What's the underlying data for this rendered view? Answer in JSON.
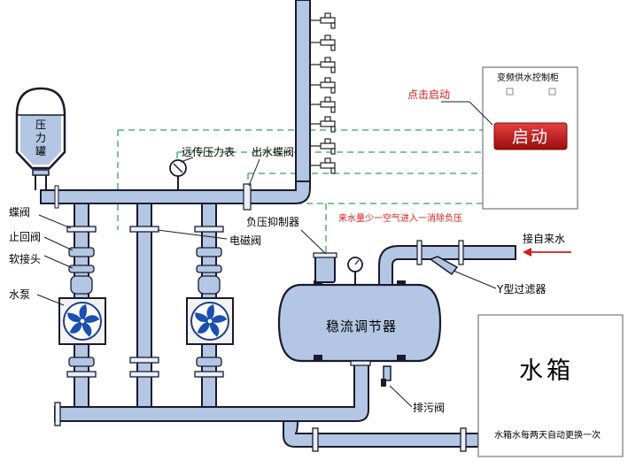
{
  "labels": {
    "tank_line1": "压",
    "tank_line2": "力",
    "tank_line3": "罐",
    "butterfly_valve": "蝶阀",
    "check_valve": "止回阀",
    "soft_joint": "软接头",
    "water_pump": "水泵",
    "remote_gauge": "远传压力表",
    "outlet_butterfly": "出水蝶阀",
    "neg_pressure_suppressor": "负压抑制器",
    "solenoid_valve": "电磁阀",
    "stabilizer": "稳流调节器",
    "drain_valve": "排污阀",
    "y_filter": "Y型过滤器",
    "tap_water_inlet": "接自来水",
    "inflow_note": "来水量少一空气进入一消除负压",
    "cabinet_title": "变频供水控制柜",
    "click_start": "点击启动",
    "start_button": "启动",
    "water_tank": "水箱",
    "water_tank_note": "水箱水每两天自动更换一次"
  },
  "colors": {
    "pipe_fill": "#b3c6e3",
    "pipe_stroke": "#1a1a2e",
    "start_button": "#c41a1a",
    "signal_line": "#33a852",
    "accent_red": "#d7191c"
  }
}
